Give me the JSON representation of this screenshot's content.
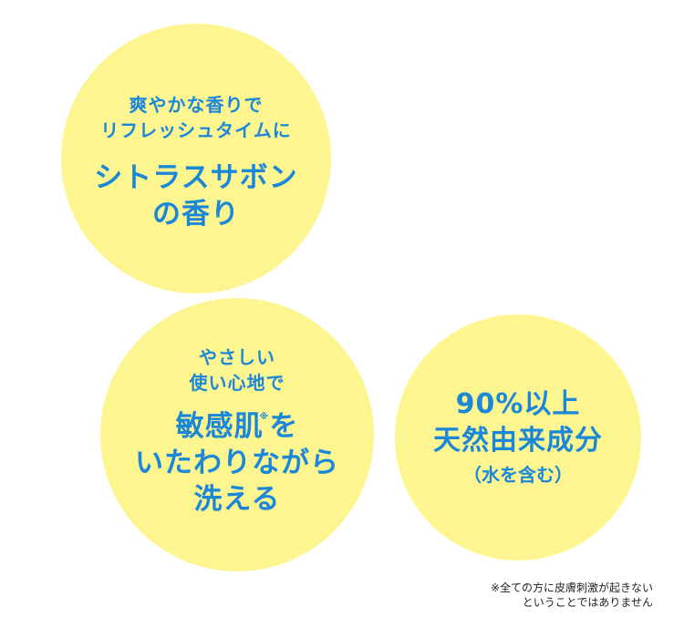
{
  "circle1": {
    "lead_line1": "爽やかな香りで",
    "lead_line2": "リフレッシュタイムに",
    "main_line1": "シトラスサボン",
    "main_line2": "の香り"
  },
  "circle2": {
    "lead_line1": "やさしい",
    "lead_line2": "使い心地で",
    "main_line1": "敏感肌",
    "note_mark": "※",
    "main_line1_suffix": "を",
    "main_line2": "いたわりながら",
    "main_line3": "洗える"
  },
  "circle3": {
    "main_line1": "90%以上",
    "main_line2": "天然由来成分",
    "sub_line": "（水を含む）"
  },
  "footnote": {
    "line1": "※全ての方に皮膚刺激が起きない",
    "line2": "ということではありません"
  },
  "colors": {
    "circle_fill": "#fdf58f",
    "text_blue": "#1a87d8",
    "footnote_text": "#222222"
  }
}
